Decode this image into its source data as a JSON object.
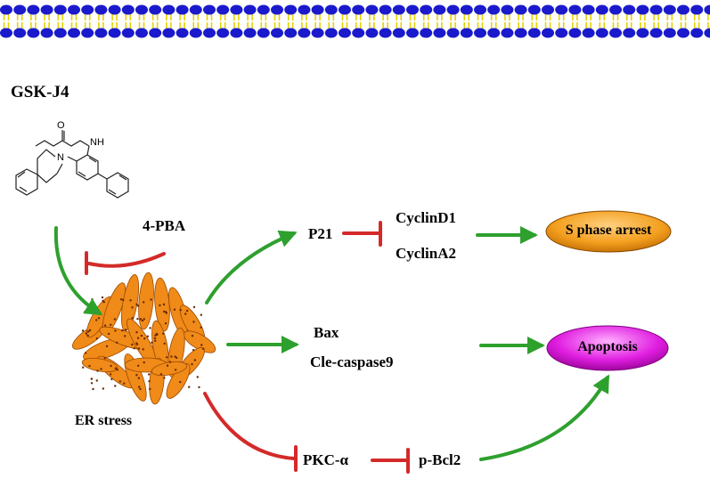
{
  "diagram": {
    "drug": "GSK-J4",
    "inhibitor": "4-PBA",
    "er_stress": "ER stress",
    "p21": "P21",
    "cyclin_d1": "CyclinD1",
    "cyclin_a2": "CyclinA2",
    "bax": "Bax",
    "cle_caspase9": "Cle-caspase9",
    "pkc_alpha": "PKC-α",
    "p_bcl2": "p-Bcl2",
    "s_phase_arrest": "S phase arrest",
    "apoptosis": "Apoptosis",
    "molecule_labels": {
      "oxygen": "O",
      "nh": "NH",
      "n": "N"
    }
  },
  "colors": {
    "activation": "#2ea02e",
    "inhibition": "#d42a2a",
    "membrane_head": "#1a1acc",
    "membrane_tail": "#e6d200",
    "s_phase_pill": "#f4a020",
    "apoptosis_pill": "#e01ee0",
    "er_body": "#f08a18"
  },
  "icons": {
    "membrane": "lipid-bilayer-icon",
    "er": "endoplasmic-reticulum-icon",
    "molecule": "chemical-structure-icon"
  }
}
